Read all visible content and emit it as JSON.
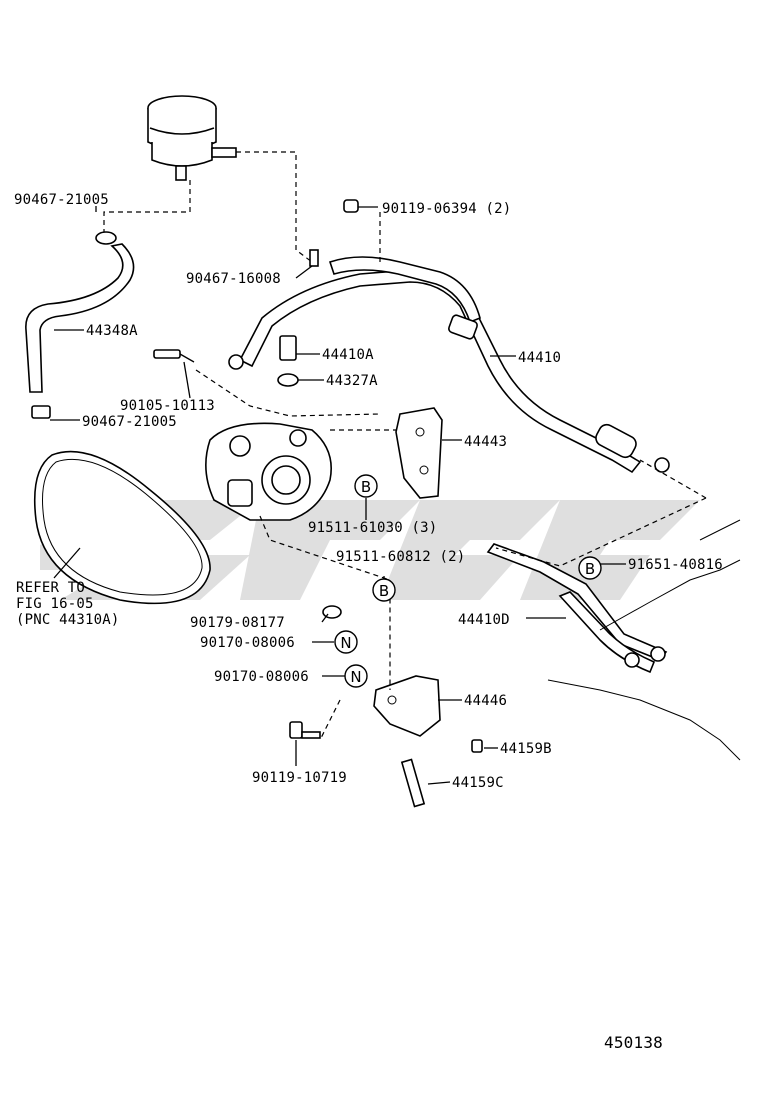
{
  "figure_number": "450138",
  "callouts": {
    "c90467_21005_top": "90467-21005",
    "c90119_06394": "90119-06394 (2)",
    "c90467_16008": "90467-16008",
    "c44348A": "44348A",
    "c44410": "44410",
    "c44410A": "44410A",
    "c44327A": "44327A",
    "c90105_10113": "90105-10113",
    "c90467_21005_bottom": "90467-21005",
    "c44443": "44443",
    "c91511_61030": "91511-61030 (3)",
    "c91511_60812": "91511-60812 (2)",
    "c91651_40816": "91651-40816",
    "c44410D": "44410D",
    "c90179_08177": "90179-08177",
    "c90170_08006_a": "90170-08006",
    "c90170_08006_b": "90170-08006",
    "c44446": "44446",
    "c44159B": "44159B",
    "c90119_10719": "90119-10719",
    "c44159C": "44159C"
  },
  "refer_note": {
    "line1": "REFER TO",
    "line2": "FIG 16-05",
    "line3": "(PNC 44310A)"
  },
  "circle_tags": {
    "b1": "B",
    "b2": "B",
    "b3": "B",
    "n1": "N",
    "n2": "N"
  }
}
